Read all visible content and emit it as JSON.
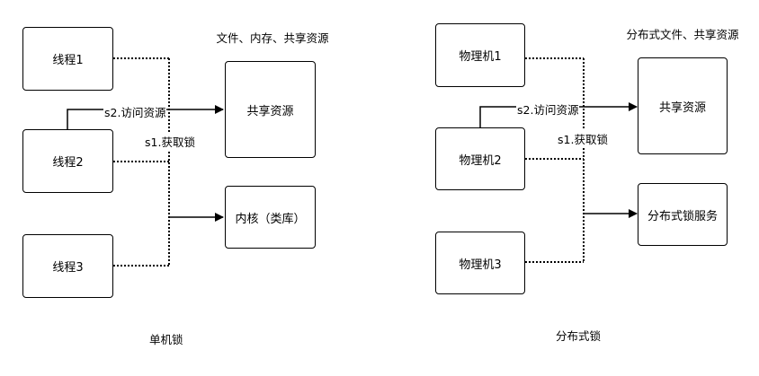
{
  "left": {
    "thread1": "线程1",
    "thread2": "线程2",
    "thread3": "线程3",
    "shared": "共享资源",
    "kernel": "内核（类库）",
    "note": "文件、内存、共享资源",
    "access": "s2.访问资源",
    "lock": "s1.获取锁",
    "caption": "单机锁"
  },
  "right": {
    "machine1": "物理机1",
    "machine2": "物理机2",
    "machine3": "物理机3",
    "shared": "共享资源",
    "lockservice": "分布式锁服务",
    "note": "分布式文件、共享资源",
    "access": "s2.访问资源",
    "lock": "s1.获取锁",
    "caption": "分布式锁"
  }
}
